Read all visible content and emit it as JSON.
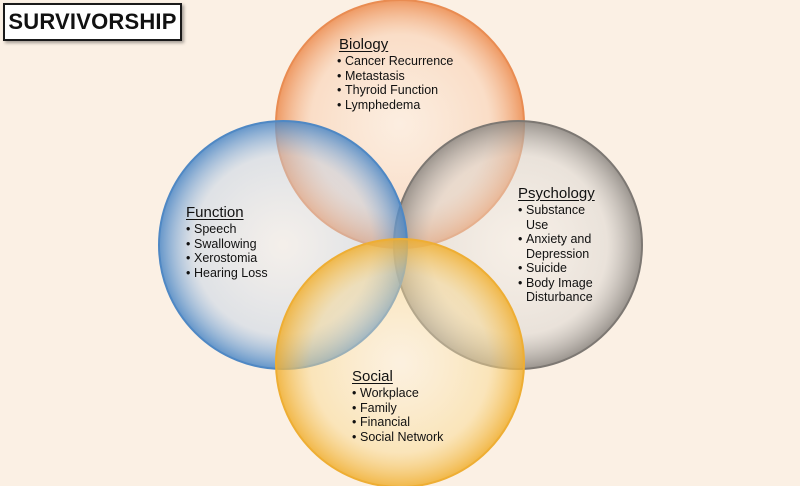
{
  "title": "SURVIVORSHIP",
  "colors": {
    "background": "#fbf0e4",
    "biology": "#f0955a",
    "psychology": "#8a8580",
    "function": "#4a86c5",
    "social": "#f2b63c"
  },
  "circles": {
    "biology": {
      "heading": "Biology",
      "items": [
        "Cancer Recurrence",
        "Metastasis",
        "Thyroid Function",
        "Lymphedema"
      ]
    },
    "psychology": {
      "heading": "Psychology",
      "items": [
        "Substance Use",
        "Anxiety and Depression",
        "Suicide",
        "Body Image Disturbance"
      ]
    },
    "function": {
      "heading": "Function",
      "items": [
        "Speech",
        "Swallowing",
        "Xerostomia",
        "Hearing Loss"
      ]
    },
    "social": {
      "heading": "Social",
      "items": [
        "Workplace",
        "Family",
        "Financial",
        "Social Network"
      ]
    }
  }
}
